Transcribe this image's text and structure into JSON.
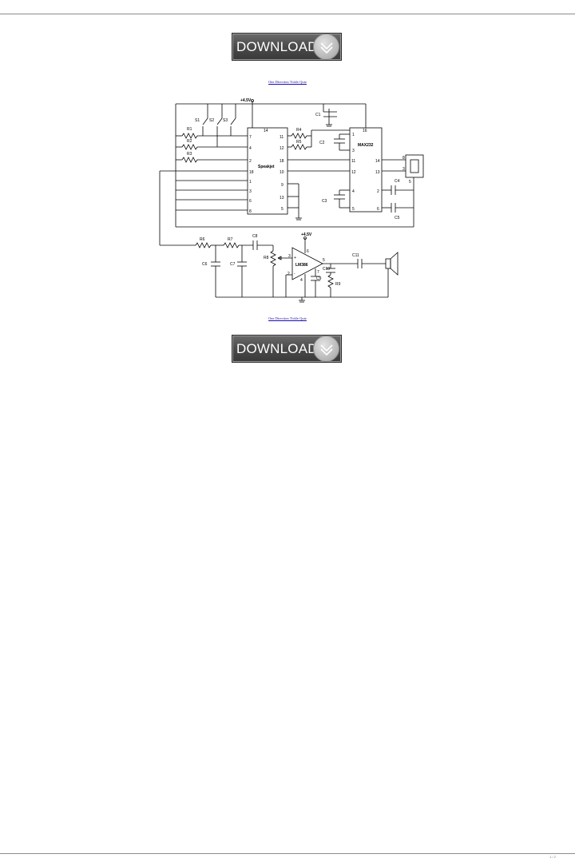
{
  "download_button": {
    "label": "DOWNLOAD"
  },
  "links": {
    "top": "One Direction Tickle Quiz",
    "bottom": "One Direction Tickle Quiz"
  },
  "footer": {
    "page_number": "1 / 2"
  },
  "schematic": {
    "supply_top": "+4.5V",
    "supply_amp": "+4.5V",
    "switches": [
      "S1",
      "S2",
      "S3"
    ],
    "resistors": [
      "R1",
      "R2",
      "R3",
      "R4",
      "R5",
      "R6",
      "R7",
      "R8",
      "R9"
    ],
    "capacitors": [
      "C1",
      "C2",
      "C3",
      "C4",
      "C5",
      "C6",
      "C7",
      "C8",
      "C9",
      "C10",
      "C11"
    ],
    "ic_speakjet": {
      "name": "Speakjet",
      "top_pin": "14",
      "left_pins": [
        "7",
        "4",
        "2",
        "18",
        "1",
        "3",
        "6",
        "8"
      ],
      "right_pins": [
        "11",
        "12",
        "18",
        "10",
        "9",
        "13",
        "5"
      ]
    },
    "ic_max232": {
      "name": "MAX232",
      "top_pin": "16",
      "left_pins": [
        "1",
        "3",
        "11",
        "12",
        "4",
        "5"
      ],
      "right_pins": [
        "14",
        "13",
        "2",
        "6"
      ]
    },
    "ic_lm386": {
      "name": "LM386",
      "pins": [
        "3",
        "2",
        "6",
        "4",
        "5",
        "7"
      ],
      "plus": "+",
      "minus": "-"
    },
    "connector_pins": [
      "8",
      "3",
      "5"
    ]
  }
}
